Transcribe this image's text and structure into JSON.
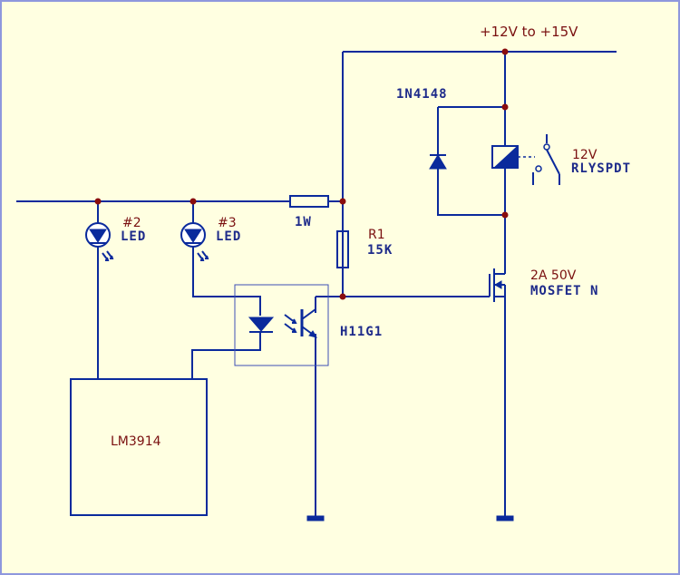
{
  "supply_label": "+12V to +15V",
  "diode_label": "1N4148",
  "relay": {
    "voltage": "12V",
    "type": "RLYSPDT"
  },
  "led2": {
    "num": "#2",
    "type": "LED"
  },
  "led3": {
    "num": "#3",
    "type": "LED"
  },
  "resistor_1w": "1W",
  "r1": {
    "name": "R1",
    "value": "15K"
  },
  "mosfet": {
    "rating": "2A 50V",
    "type": "MOSFET N"
  },
  "optocoupler": "H11G1",
  "ic_label": "LM3914",
  "colors": {
    "background": "#ffffe1",
    "wire": "#0a2a9c",
    "node": "#8a0d0d",
    "frame": "#8e97dd"
  }
}
